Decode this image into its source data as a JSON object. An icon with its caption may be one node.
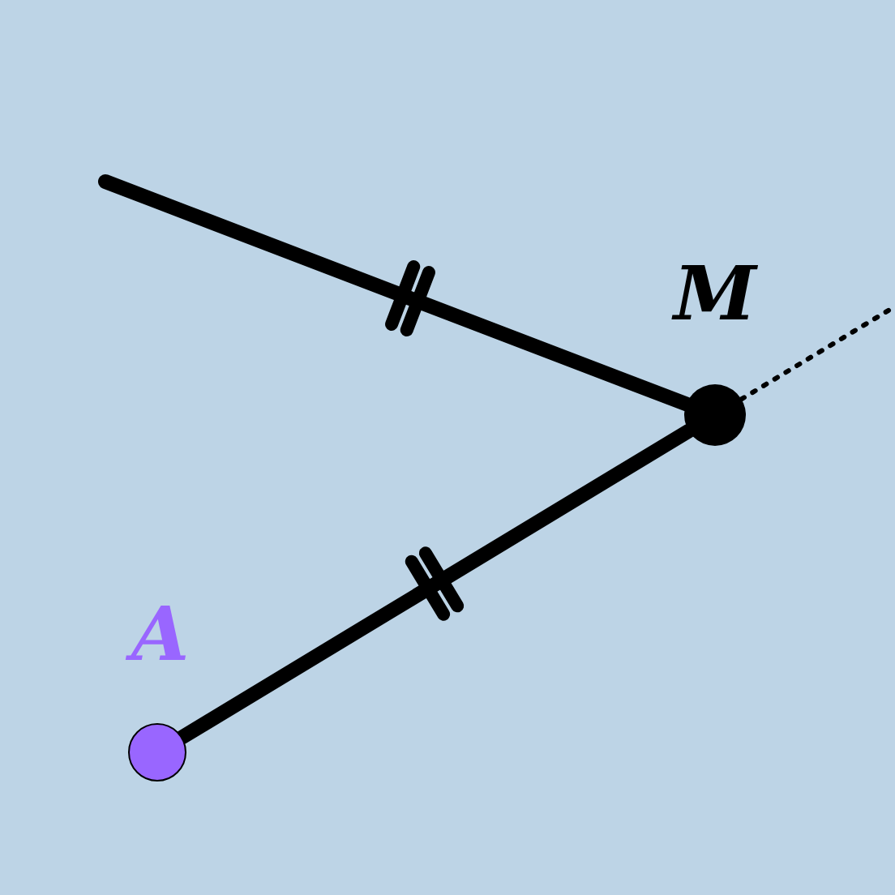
{
  "diagram": {
    "nodes": [
      {
        "text": [],
        "shape": "circle",
        "beside": [
          "M"
        ]
      },
      {
        "text": [],
        "shape": "circle",
        "beside": [
          "A"
        ]
      }
    ],
    "edges": [
      {
        "from": 0,
        "to": null,
        "arrow": "none"
      },
      {
        "from": 0,
        "to": 1,
        "arrow": "none"
      },
      {
        "from": 0,
        "to": null,
        "arrow": "none",
        "style": "dashed"
      }
    ]
  }
}
